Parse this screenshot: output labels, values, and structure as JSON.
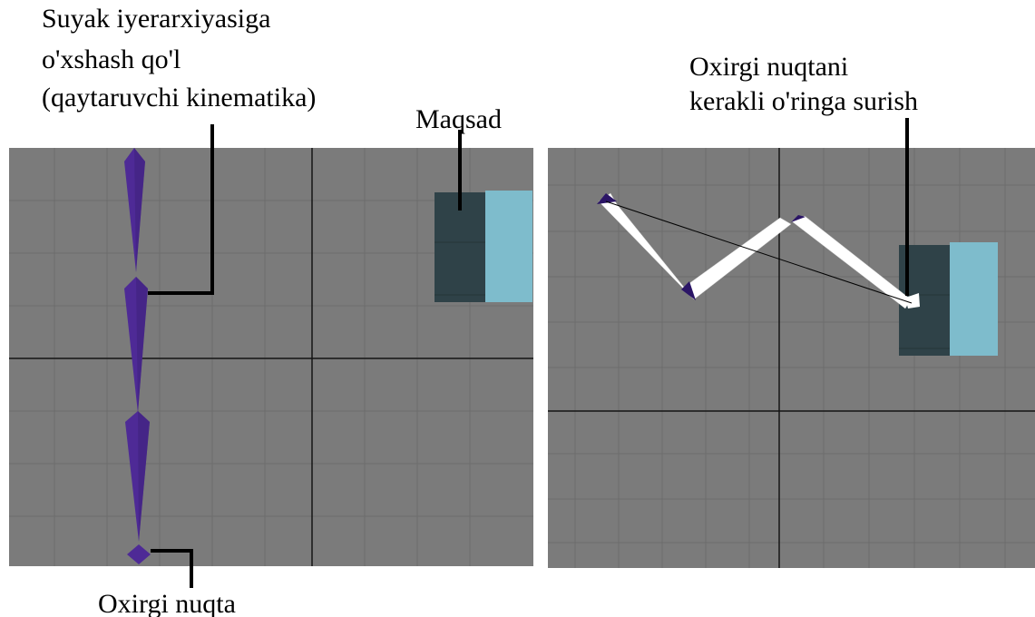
{
  "labels": {
    "ik_chain_line1": "Suyak iyerarxiyasiga",
    "ik_chain_line2": "o'xshash qo'l",
    "ik_chain_line3": "(qaytaruvchi kinematika)",
    "goal": "Maqsad",
    "move_end_line1": "Oxirgi nuqtani",
    "move_end_line2": "kerakli o'ringa surish",
    "end_point": "Oxirgi nuqta"
  },
  "colors": {
    "viewport_bg": "#7b7b7b",
    "grid_minor": "#6c6c6c",
    "axis": "#141414",
    "bone_purple": "#4e2a96",
    "bone_white": "#ffffff",
    "box_dark": "#2f4248",
    "box_light": "#7ebccc",
    "leader": "#000000"
  }
}
